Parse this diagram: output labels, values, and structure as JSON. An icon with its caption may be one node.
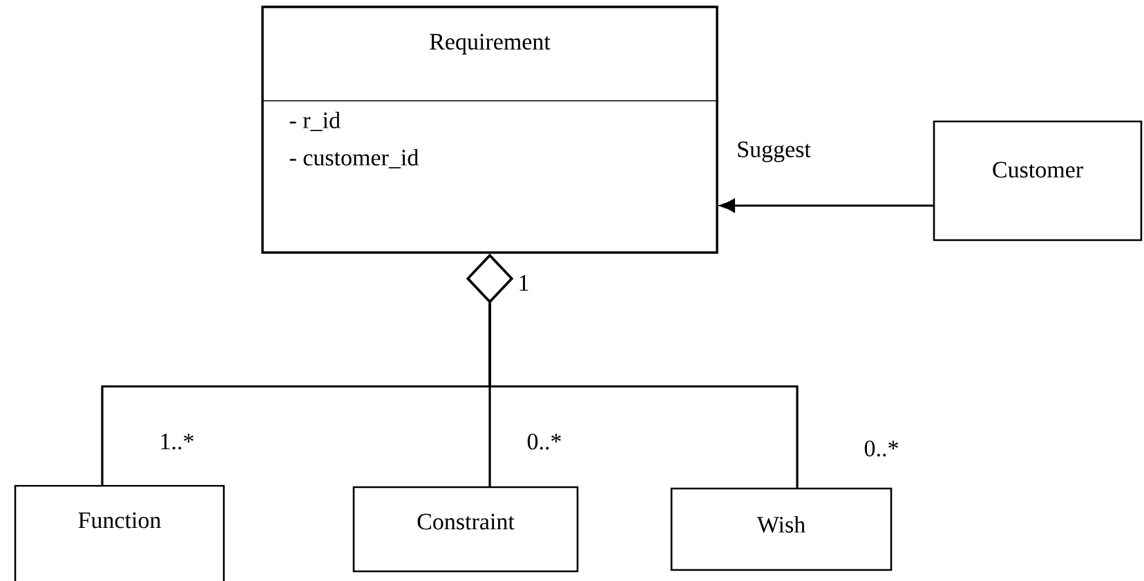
{
  "diagram": {
    "nodes": [
      {
        "text": [
          "Requirement",
          "- r_id",
          "- customer_id"
        ]
      },
      {
        "text": [
          "Customer"
        ]
      },
      {
        "text": [
          "Function"
        ]
      },
      {
        "text": [
          "Constraint"
        ]
      },
      {
        "text": [
          "Wish"
        ]
      }
    ],
    "edges": [
      {
        "from": 1,
        "to": 0,
        "arrow": "to",
        "label": "Suggest"
      },
      {
        "from": 2,
        "to": 0,
        "arrow": "other"
      },
      {
        "from": 3,
        "to": 0,
        "arrow": "other"
      },
      {
        "from": 4,
        "to": 0,
        "arrow": "other"
      }
    ],
    "labels": [
      "1",
      "1..*",
      "0..*",
      "0..*"
    ]
  }
}
